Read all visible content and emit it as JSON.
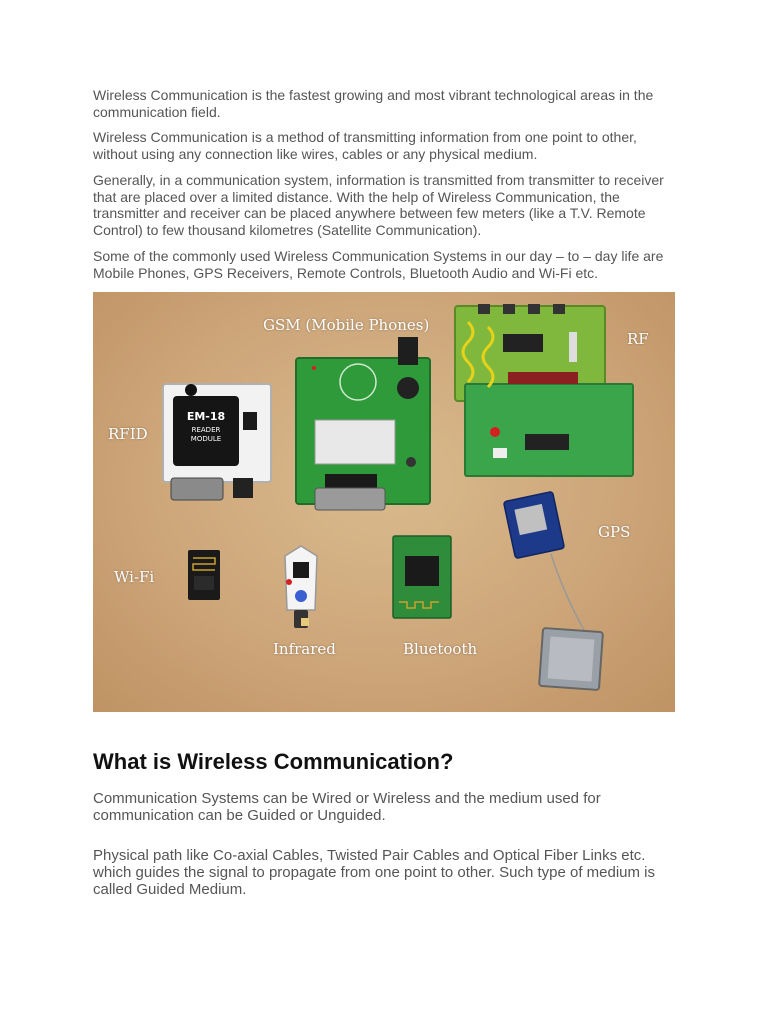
{
  "paragraphs": {
    "p1": "Wireless Communication is the fastest growing and most vibrant technological areas in the communication field.",
    "p2": " Wireless Communication is a method of transmitting information from one point to other, without using any connection like wires, cables or any physical medium.",
    "p3": "Generally, in a communication system, information is transmitted from transmitter to receiver that are placed over a limited distance. With the help of Wireless Communication, the transmitter and receiver can be placed anywhere between few meters (like a T.V. Remote Control) to few thousand kilometres (Satellite Communication).",
    "p4": "Some of the commonly used Wireless Communication Systems in our day – to – day life are Mobile Phones, GPS Receivers, Remote Controls, Bluetooth Audio and Wi-Fi etc.",
    "p5": "Communication Systems can be Wired or Wireless and the medium used for communication can be Guided or Unguided.",
    "p6": "Physical path like Co-axial Cables, Twisted Pair Cables and Optical Fiber Links etc. which guides the signal to propagate from one point to other. Such type of medium is called Guided Medium."
  },
  "heading": "What is Wireless Communication?",
  "photo": {
    "labels": {
      "gsm": "GSM (Mobile  Phones)",
      "rf": "RF",
      "rfid": "RFID",
      "gps": "GPS",
      "wifi": "Wi-Fi",
      "infrared": "Infrared",
      "bluetooth": "Bluetooth"
    },
    "rfid_module_text": [
      "EM-18",
      "READER",
      "MODULE"
    ]
  },
  "colors": {
    "text": "#555555",
    "heading": "#111111",
    "photo_bg": "#cda67a",
    "pcb_green": "#2f9a3a",
    "pcb_light_green": "#6fb23a"
  }
}
